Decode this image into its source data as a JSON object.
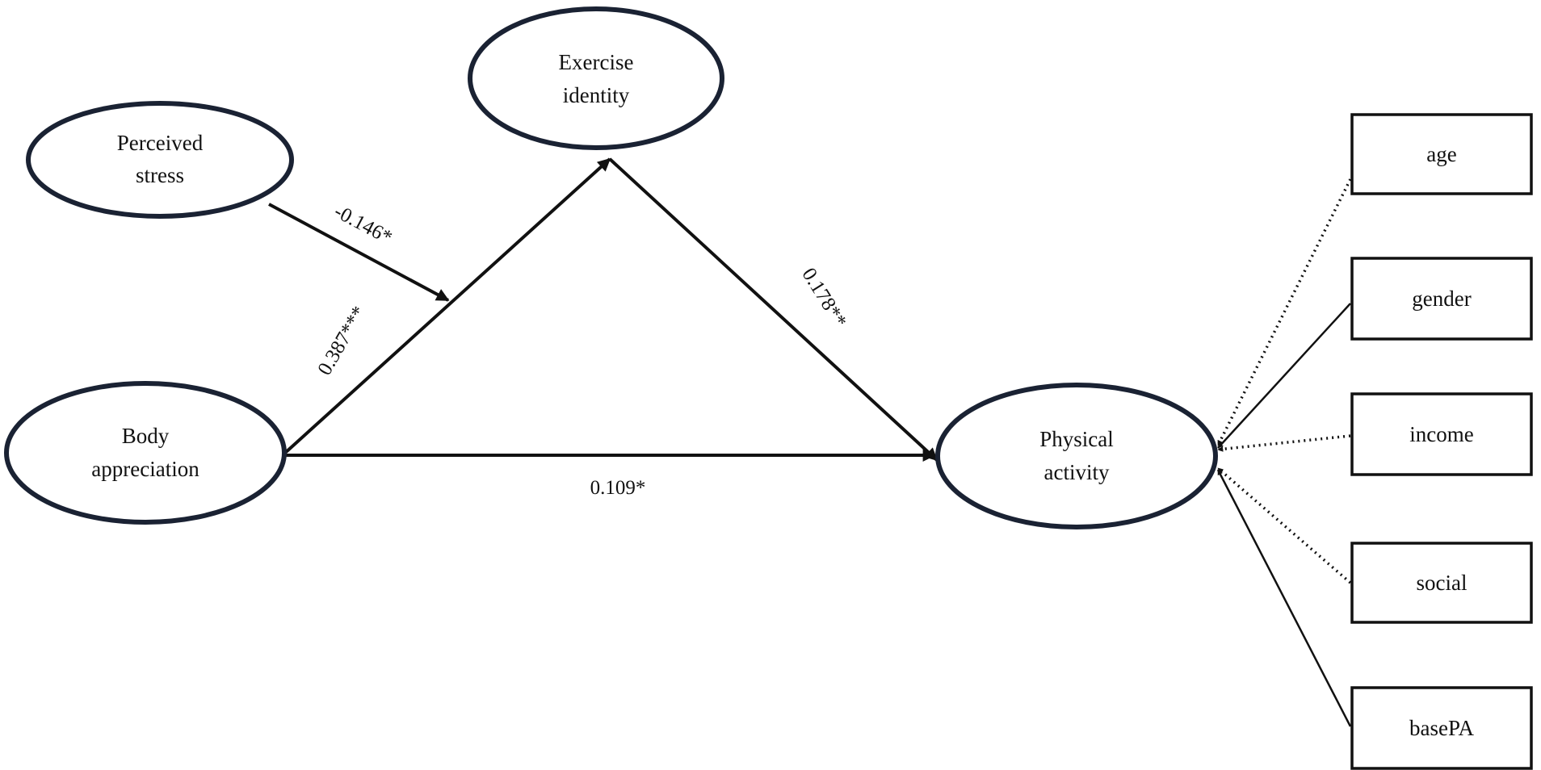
{
  "nodes": {
    "perceived_stress": {
      "lines": [
        "Perceived",
        "stress"
      ]
    },
    "exercise_identity": {
      "lines": [
        "Exercise",
        "identity"
      ]
    },
    "body_appreciation": {
      "lines": [
        "Body",
        "appreciation"
      ]
    },
    "physical_activity": {
      "lines": [
        "Physical",
        "activity"
      ]
    }
  },
  "covariates": [
    "age",
    "gender",
    "income",
    "social",
    "basePA"
  ],
  "paths": {
    "stress_moderation": "-0.146*",
    "body_to_identity": "0.387***",
    "identity_to_activity": "0.178**",
    "body_to_activity": "0.109*"
  }
}
